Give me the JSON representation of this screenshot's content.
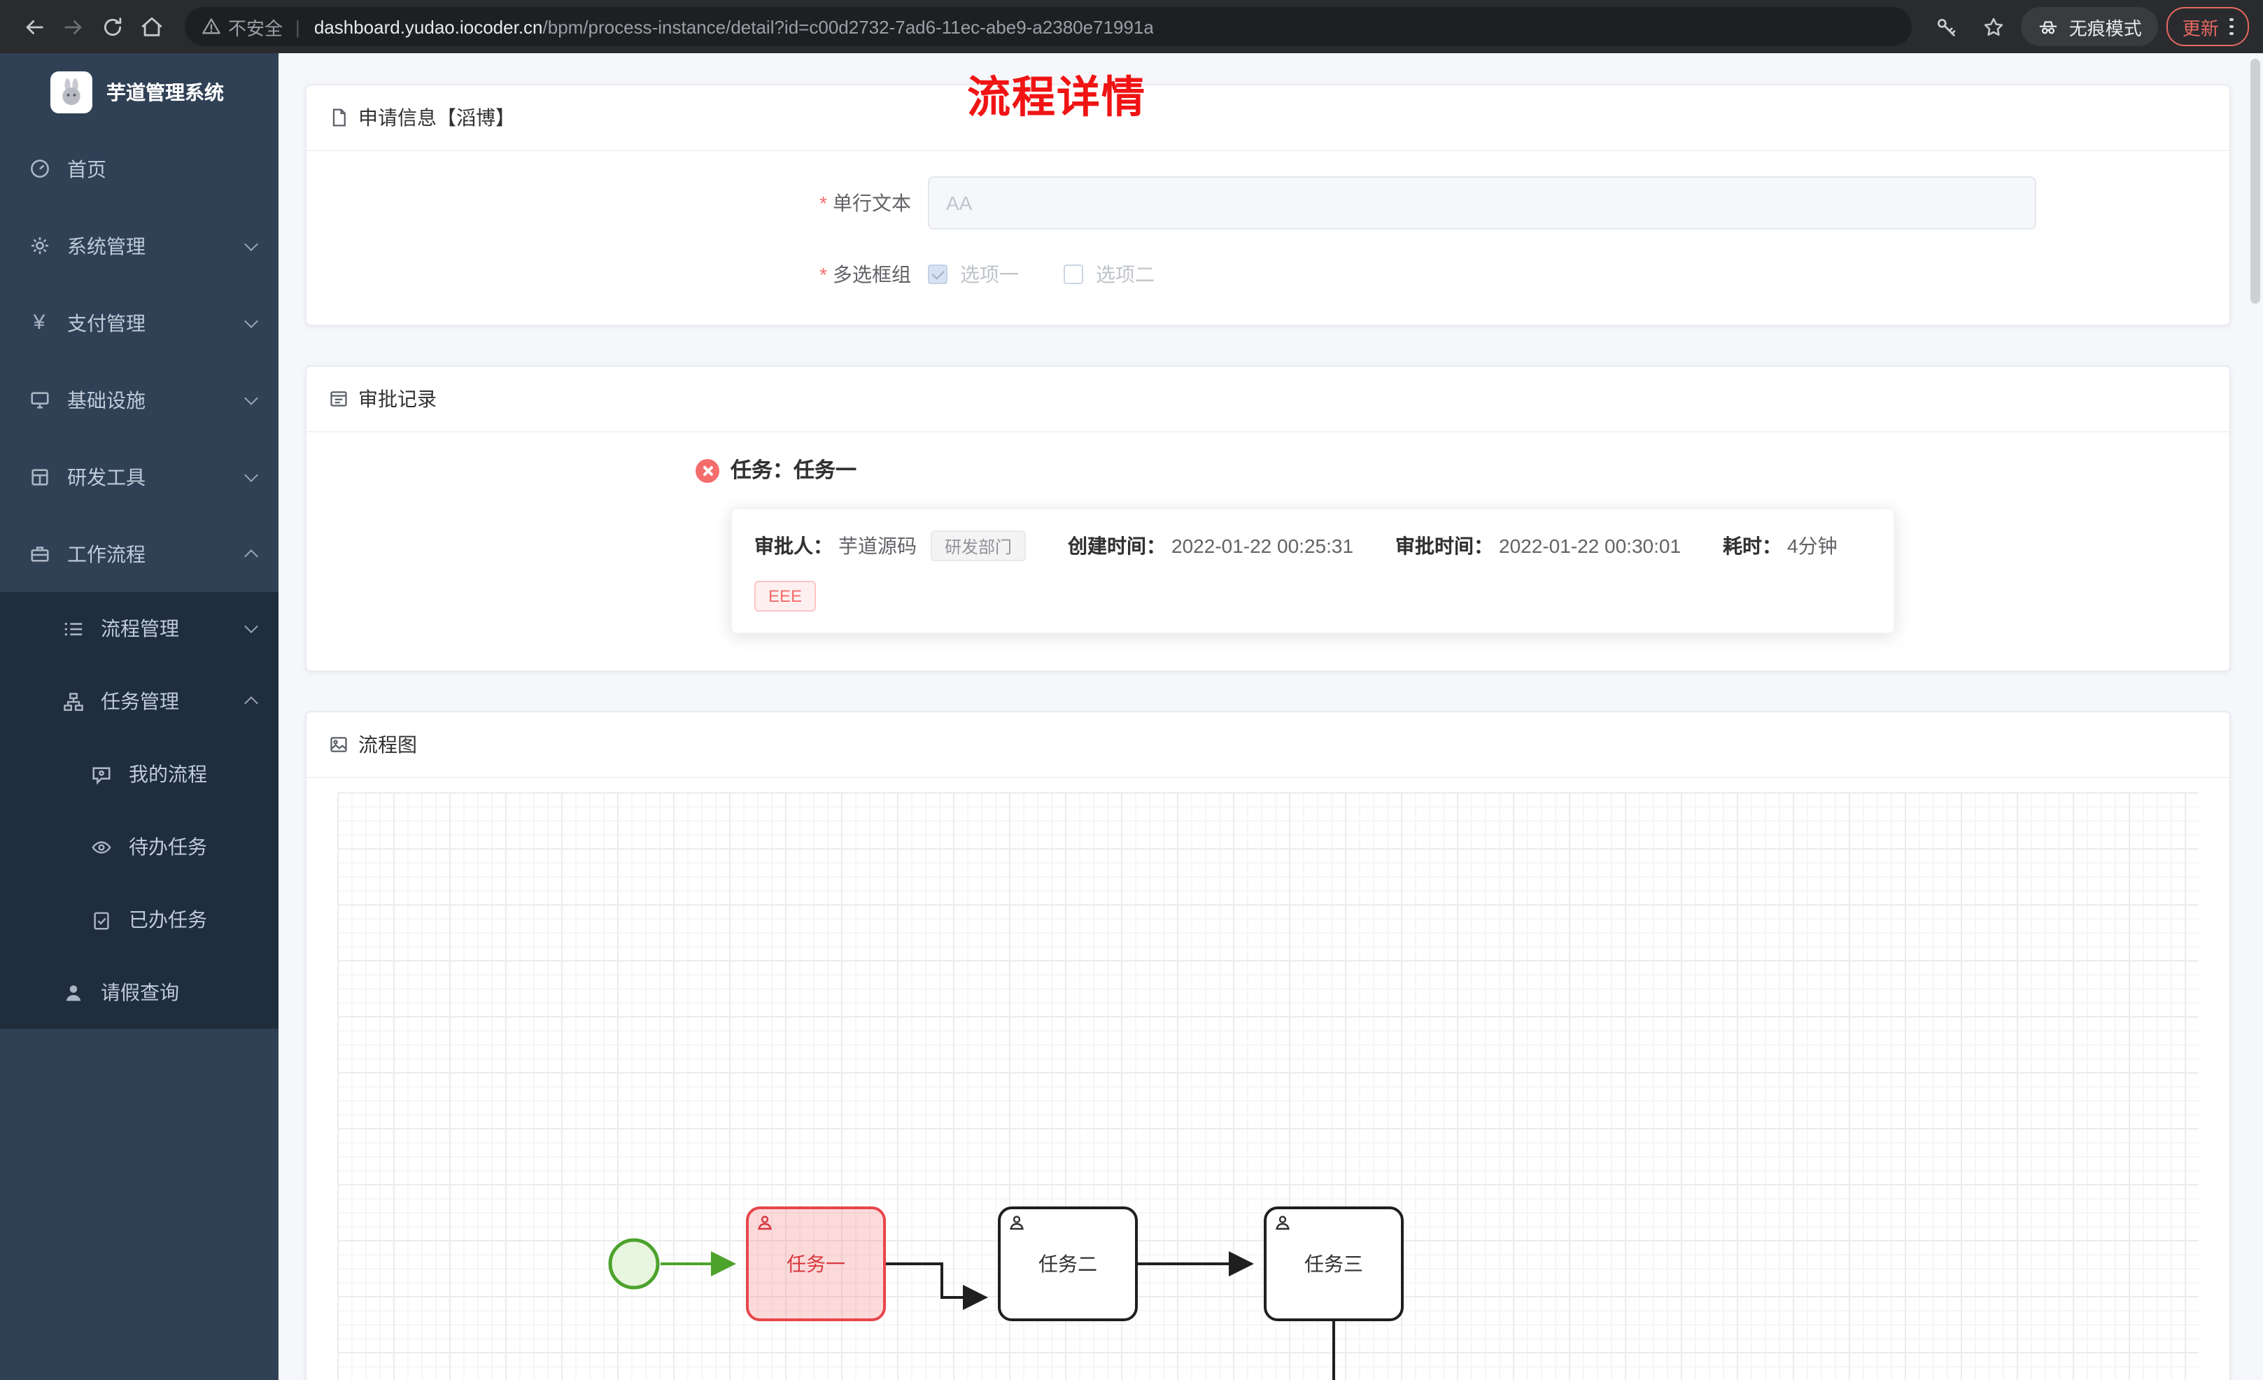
{
  "browser": {
    "security_label": "不安全",
    "separator": "|",
    "url_domain": "dashboard.yudao.iocoder.cn",
    "url_path": "/bpm/process-instance/detail?id=c00d2732-7ad6-11ec-abe9-a2380e71991a",
    "incognito_label": "无痕模式",
    "update_label": "更新"
  },
  "sidebar": {
    "app_title": "芋道管理系统",
    "items": [
      {
        "label": "首页",
        "icon": "dashboard-icon"
      },
      {
        "label": "系统管理",
        "icon": "gear-icon",
        "state": "collapsed"
      },
      {
        "label": "支付管理",
        "icon": "yen-icon",
        "state": "collapsed"
      },
      {
        "label": "基础设施",
        "icon": "monitor-icon",
        "state": "collapsed"
      },
      {
        "label": "研发工具",
        "icon": "toolbox-icon",
        "state": "collapsed"
      },
      {
        "label": "工作流程",
        "icon": "briefcase-icon",
        "state": "expanded",
        "children": [
          {
            "label": "流程管理",
            "icon": "list-icon",
            "state": "collapsed"
          },
          {
            "label": "任务管理",
            "icon": "org-icon",
            "state": "expanded",
            "children": [
              {
                "label": "我的流程",
                "icon": "chat-user-icon"
              },
              {
                "label": "待办任务",
                "icon": "eye-icon"
              },
              {
                "label": "已办任务",
                "icon": "clipboard-check-icon"
              }
            ]
          },
          {
            "label": "请假查询",
            "icon": "user-icon"
          }
        ]
      }
    ]
  },
  "page": {
    "title": "流程详情"
  },
  "apply_card": {
    "header": "申请信息【滔博】",
    "required_mark": "*",
    "fields": [
      {
        "label": "单行文本",
        "required": true,
        "type": "input",
        "placeholder": "AA",
        "disabled": true
      },
      {
        "label": "多选框组",
        "required": true,
        "type": "checkbox-group",
        "disabled": true,
        "options": [
          {
            "label": "选项一",
            "checked": true
          },
          {
            "label": "选项二",
            "checked": false
          }
        ]
      }
    ]
  },
  "approval_card": {
    "header": "审批记录",
    "task_status": "rejected",
    "task_title": "任务：任务一",
    "approver_label": "审批人：",
    "approver_name": "芋道源码",
    "dept_tag": "研发部门",
    "created_label": "创建时间：",
    "created_time": "2022-01-22 00:25:31",
    "approved_label": "审批时间：",
    "approved_time": "2022-01-22 00:30:01",
    "duration_label": "耗时：",
    "duration_value": "4分钟",
    "comment_tag": "EEE"
  },
  "diagram_card": {
    "header": "流程图",
    "start_event": "start",
    "nodes": [
      {
        "label": "任务一",
        "state": "current-red"
      },
      {
        "label": "任务二",
        "state": "normal"
      },
      {
        "label": "任务三",
        "state": "normal"
      }
    ]
  },
  "colors": {
    "sidebar_bg": "#304156",
    "sidebar_submenu_bg": "#1f2d3d",
    "title_red": "#f01414",
    "danger_red": "#f56c6c",
    "task_highlight_border": "#e8464a",
    "start_event_green": "#4ca32c",
    "update_chip_red": "#e46962"
  }
}
